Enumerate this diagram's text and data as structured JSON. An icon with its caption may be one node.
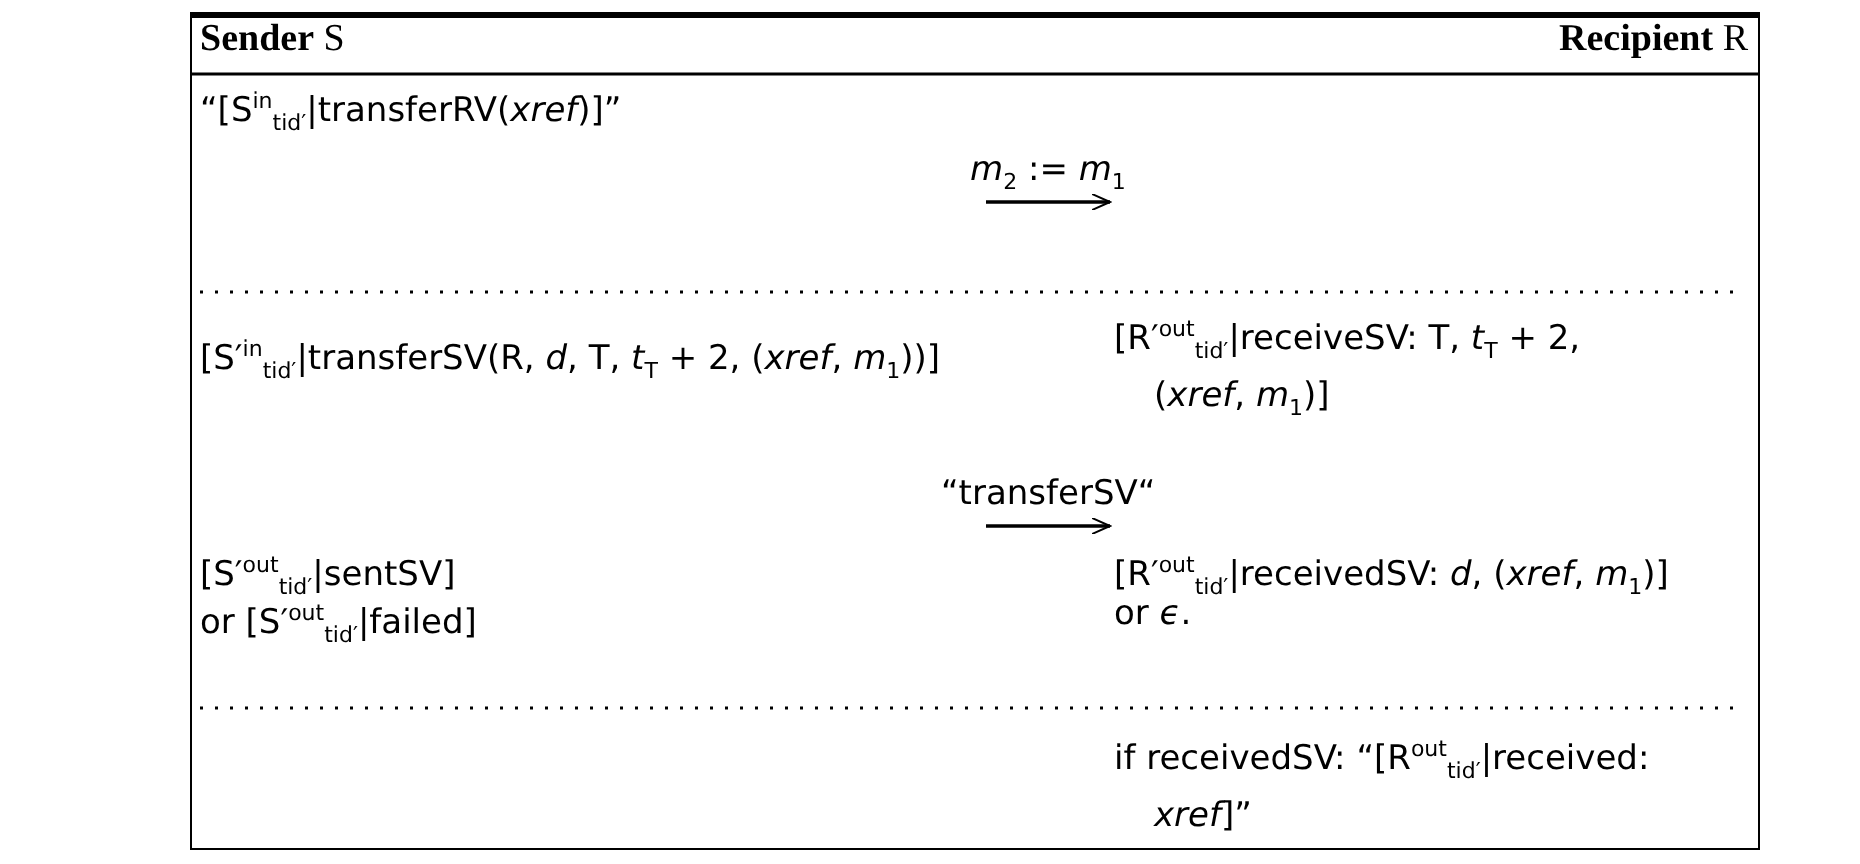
{
  "diagram": {
    "labels": [
      "**Sender** S",
      "**Recipient** R",
      "“[S$^{in}$$_{tid′}$|transferRV(*xref*)]”",
      "*m*$_{2}$ := *m*$_{1}$",
      "[S′$^{in}$$_{tid′}$|transferSV(R, *d*, T, *t*$_{T}$ + 2, (*xref*, *m*$_{1}$))]",
      "[R′$^{out}$$_{tid′}$|receiveSV: T, *t*$_{T}$ + 2, (*xref*, *m*$_{1}$)]",
      "“transferSV“",
      "[S′$^{out}$$_{tid′}$|sentSV]",
      "[R′$^{out}$$_{tid′}$|receivedSV: *d*, (*xref*, *m*$_{1}$)]",
      "or [S′$^{out}$$_{tid′}$|failed]",
      "or *ϵ*.",
      "if receivedSV: “[R$^{out}$$_{tid′}$|received: *xref*]”"
    ]
  }
}
